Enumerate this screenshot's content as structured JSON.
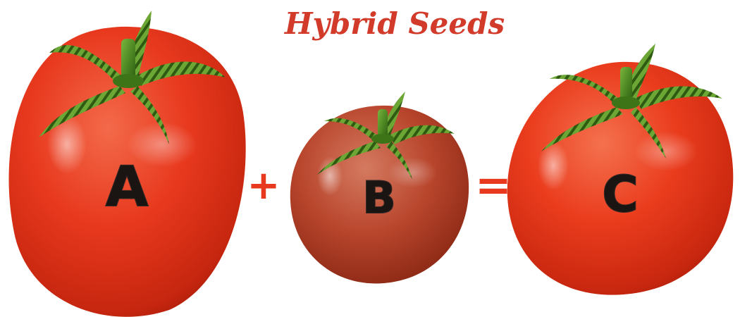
{
  "title": "Hybrid Seeds",
  "equation": {
    "tomatoes": [
      {
        "label": "A"
      },
      {
        "label": "B"
      },
      {
        "label": "C"
      }
    ],
    "plus": "+",
    "equals": "="
  },
  "colors": {
    "title": "#d23a2a",
    "tomato_red": "#e8391e",
    "tomato_dark": "#b82210",
    "tomato_b": "#b8452c",
    "stem_green": "#5a9a2e",
    "stem_dark": "#2f5e14",
    "operator": "#e8391e",
    "letter": "#1a1412"
  }
}
